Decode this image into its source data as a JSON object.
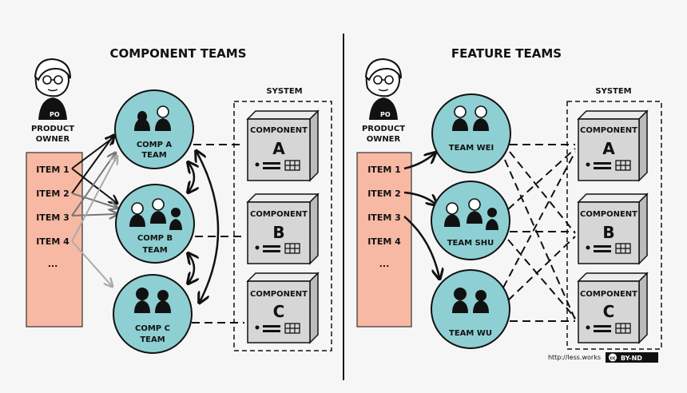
{
  "left": {
    "title": "COMPONENT TEAMS",
    "po_badge": "PO",
    "po_label_line1": "PRODUCT",
    "po_label_line2": "OWNER",
    "backlog_items": [
      "ITEM 1",
      "ITEM 2",
      "ITEM 3",
      "ITEM 4",
      "..."
    ],
    "teams": [
      {
        "line1": "COMP A",
        "line2": "TEAM"
      },
      {
        "line1": "COMP B",
        "line2": "TEAM"
      },
      {
        "line1": "COMP C",
        "line2": "TEAM"
      }
    ],
    "system_label": "SYSTEM",
    "components": [
      {
        "label": "COMPONENT",
        "letter": "A"
      },
      {
        "label": "COMPONENT",
        "letter": "B"
      },
      {
        "label": "COMPONENT",
        "letter": "C"
      }
    ]
  },
  "right": {
    "title": "FEATURE TEAMS",
    "po_badge": "PO",
    "po_label_line1": "PRODUCT",
    "po_label_line2": "OWNER",
    "backlog_items": [
      "ITEM 1",
      "ITEM 2",
      "ITEM 3",
      "ITEM 4",
      "..."
    ],
    "teams": [
      {
        "line1": "TEAM WEI",
        "line2": ""
      },
      {
        "line1": "TEAM SHU",
        "line2": ""
      },
      {
        "line1": "TEAM WU",
        "line2": ""
      }
    ],
    "system_label": "SYSTEM",
    "components": [
      {
        "label": "COMPONENT",
        "letter": "A"
      },
      {
        "label": "COMPONENT",
        "letter": "B"
      },
      {
        "label": "COMPONENT",
        "letter": "C"
      }
    ]
  },
  "footer": {
    "url": "http://less.works",
    "license_cc": "cc",
    "license_text": "BY-ND"
  },
  "colors": {
    "backlog_fill": "#f7b9a3",
    "team_fill": "#8ecfd3",
    "component_front": "#d6d6d6",
    "component_top": "#ececec",
    "component_side": "#bcbcbc",
    "ink": "#111111"
  }
}
